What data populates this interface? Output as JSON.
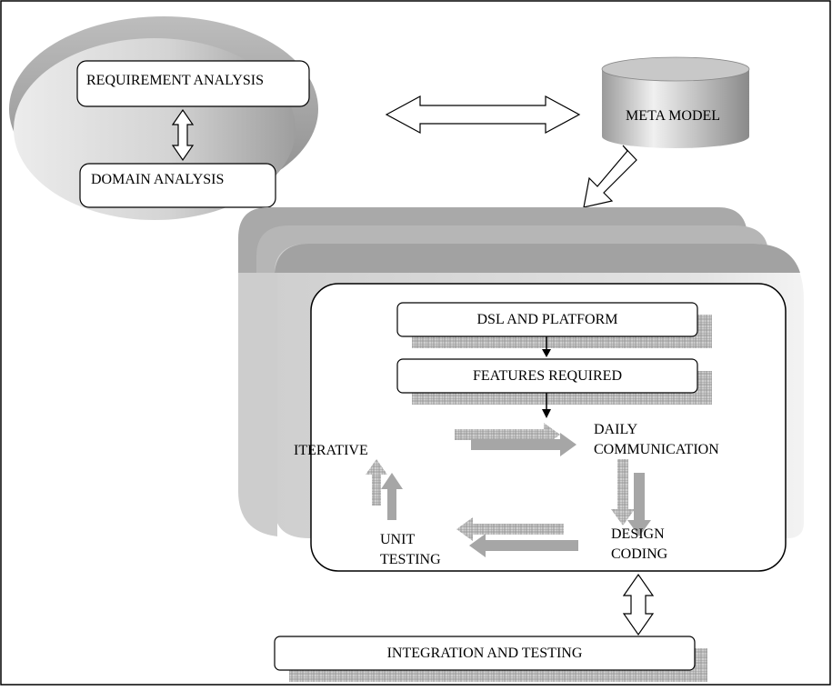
{
  "diagram": {
    "requirement_analysis": "REQUIREMENT ANALYSIS",
    "domain_analysis": "DOMAIN ANALYSIS",
    "meta_model": "META MODEL",
    "dsl_and_platform": "DSL AND PLATFORM",
    "features_required": "FEATURES REQUIRED",
    "daily_communication_line1": "DAILY",
    "daily_communication_line2": "COMMUNICATION",
    "iterative": "ITERATIVE",
    "unit_testing_line1": "UNIT",
    "unit_testing_line2": "TESTING",
    "design_coding_line1": "DESIGN",
    "design_coding_line2": "CODING",
    "integration_and_testing": "INTEGRATION AND TESTING"
  },
  "colors": {
    "ellipse_light": "#e6e6e6",
    "ellipse_dark": "#9a9a9a",
    "stack_top": "#a8a8a8",
    "stack_body": "#d9d9d9",
    "shadow": "#b5b5b5",
    "arrow_grey": "#a6a6a6",
    "border": "#000000"
  }
}
